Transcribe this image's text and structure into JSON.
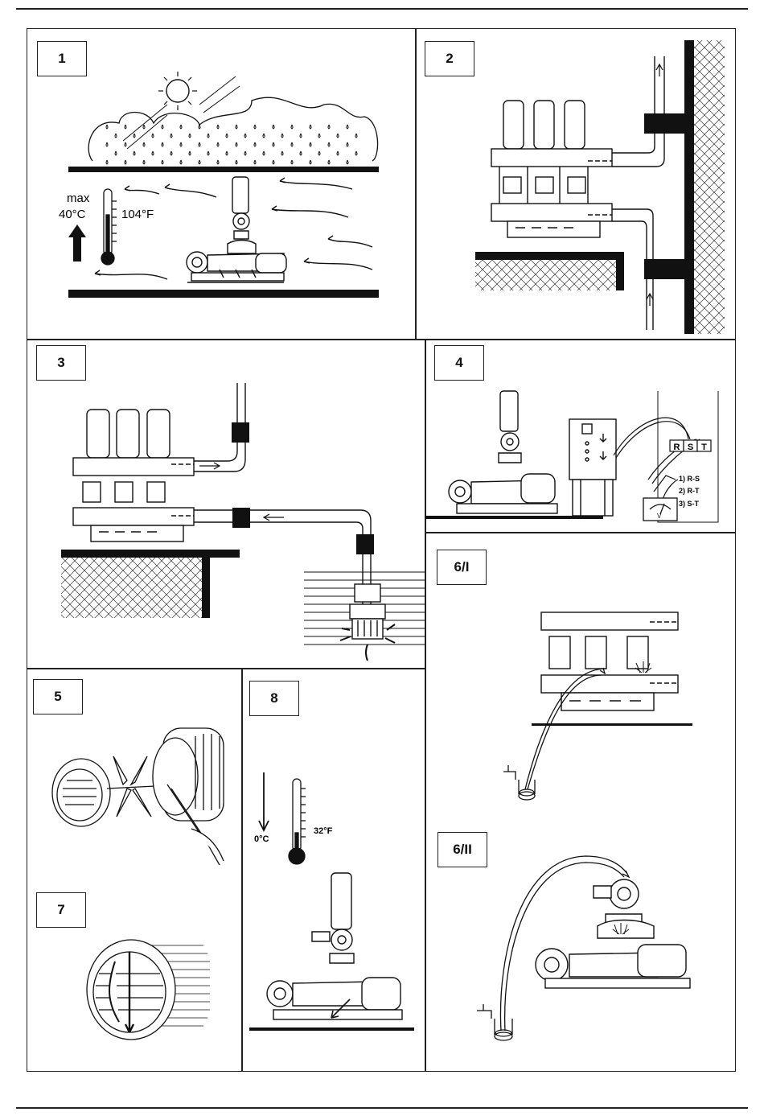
{
  "panels": {
    "p1": {
      "label": "1",
      "max_text": "max",
      "temp_c": "40°C",
      "temp_f": "104°F"
    },
    "p2": {
      "label": "2"
    },
    "p3": {
      "label": "3"
    },
    "p4": {
      "label": "4",
      "phases": [
        "R",
        "S",
        "T"
      ],
      "measurements": [
        "1) R-S",
        "2) R-T",
        "3) S-T"
      ],
      "meter_unit": "V"
    },
    "p5": {
      "label": "5"
    },
    "p6a": {
      "label": "6/I"
    },
    "p6b": {
      "label": "6/II"
    },
    "p7": {
      "label": "7"
    },
    "p8": {
      "label": "8",
      "temp_c": "0°C",
      "temp_f": "32°F"
    }
  }
}
